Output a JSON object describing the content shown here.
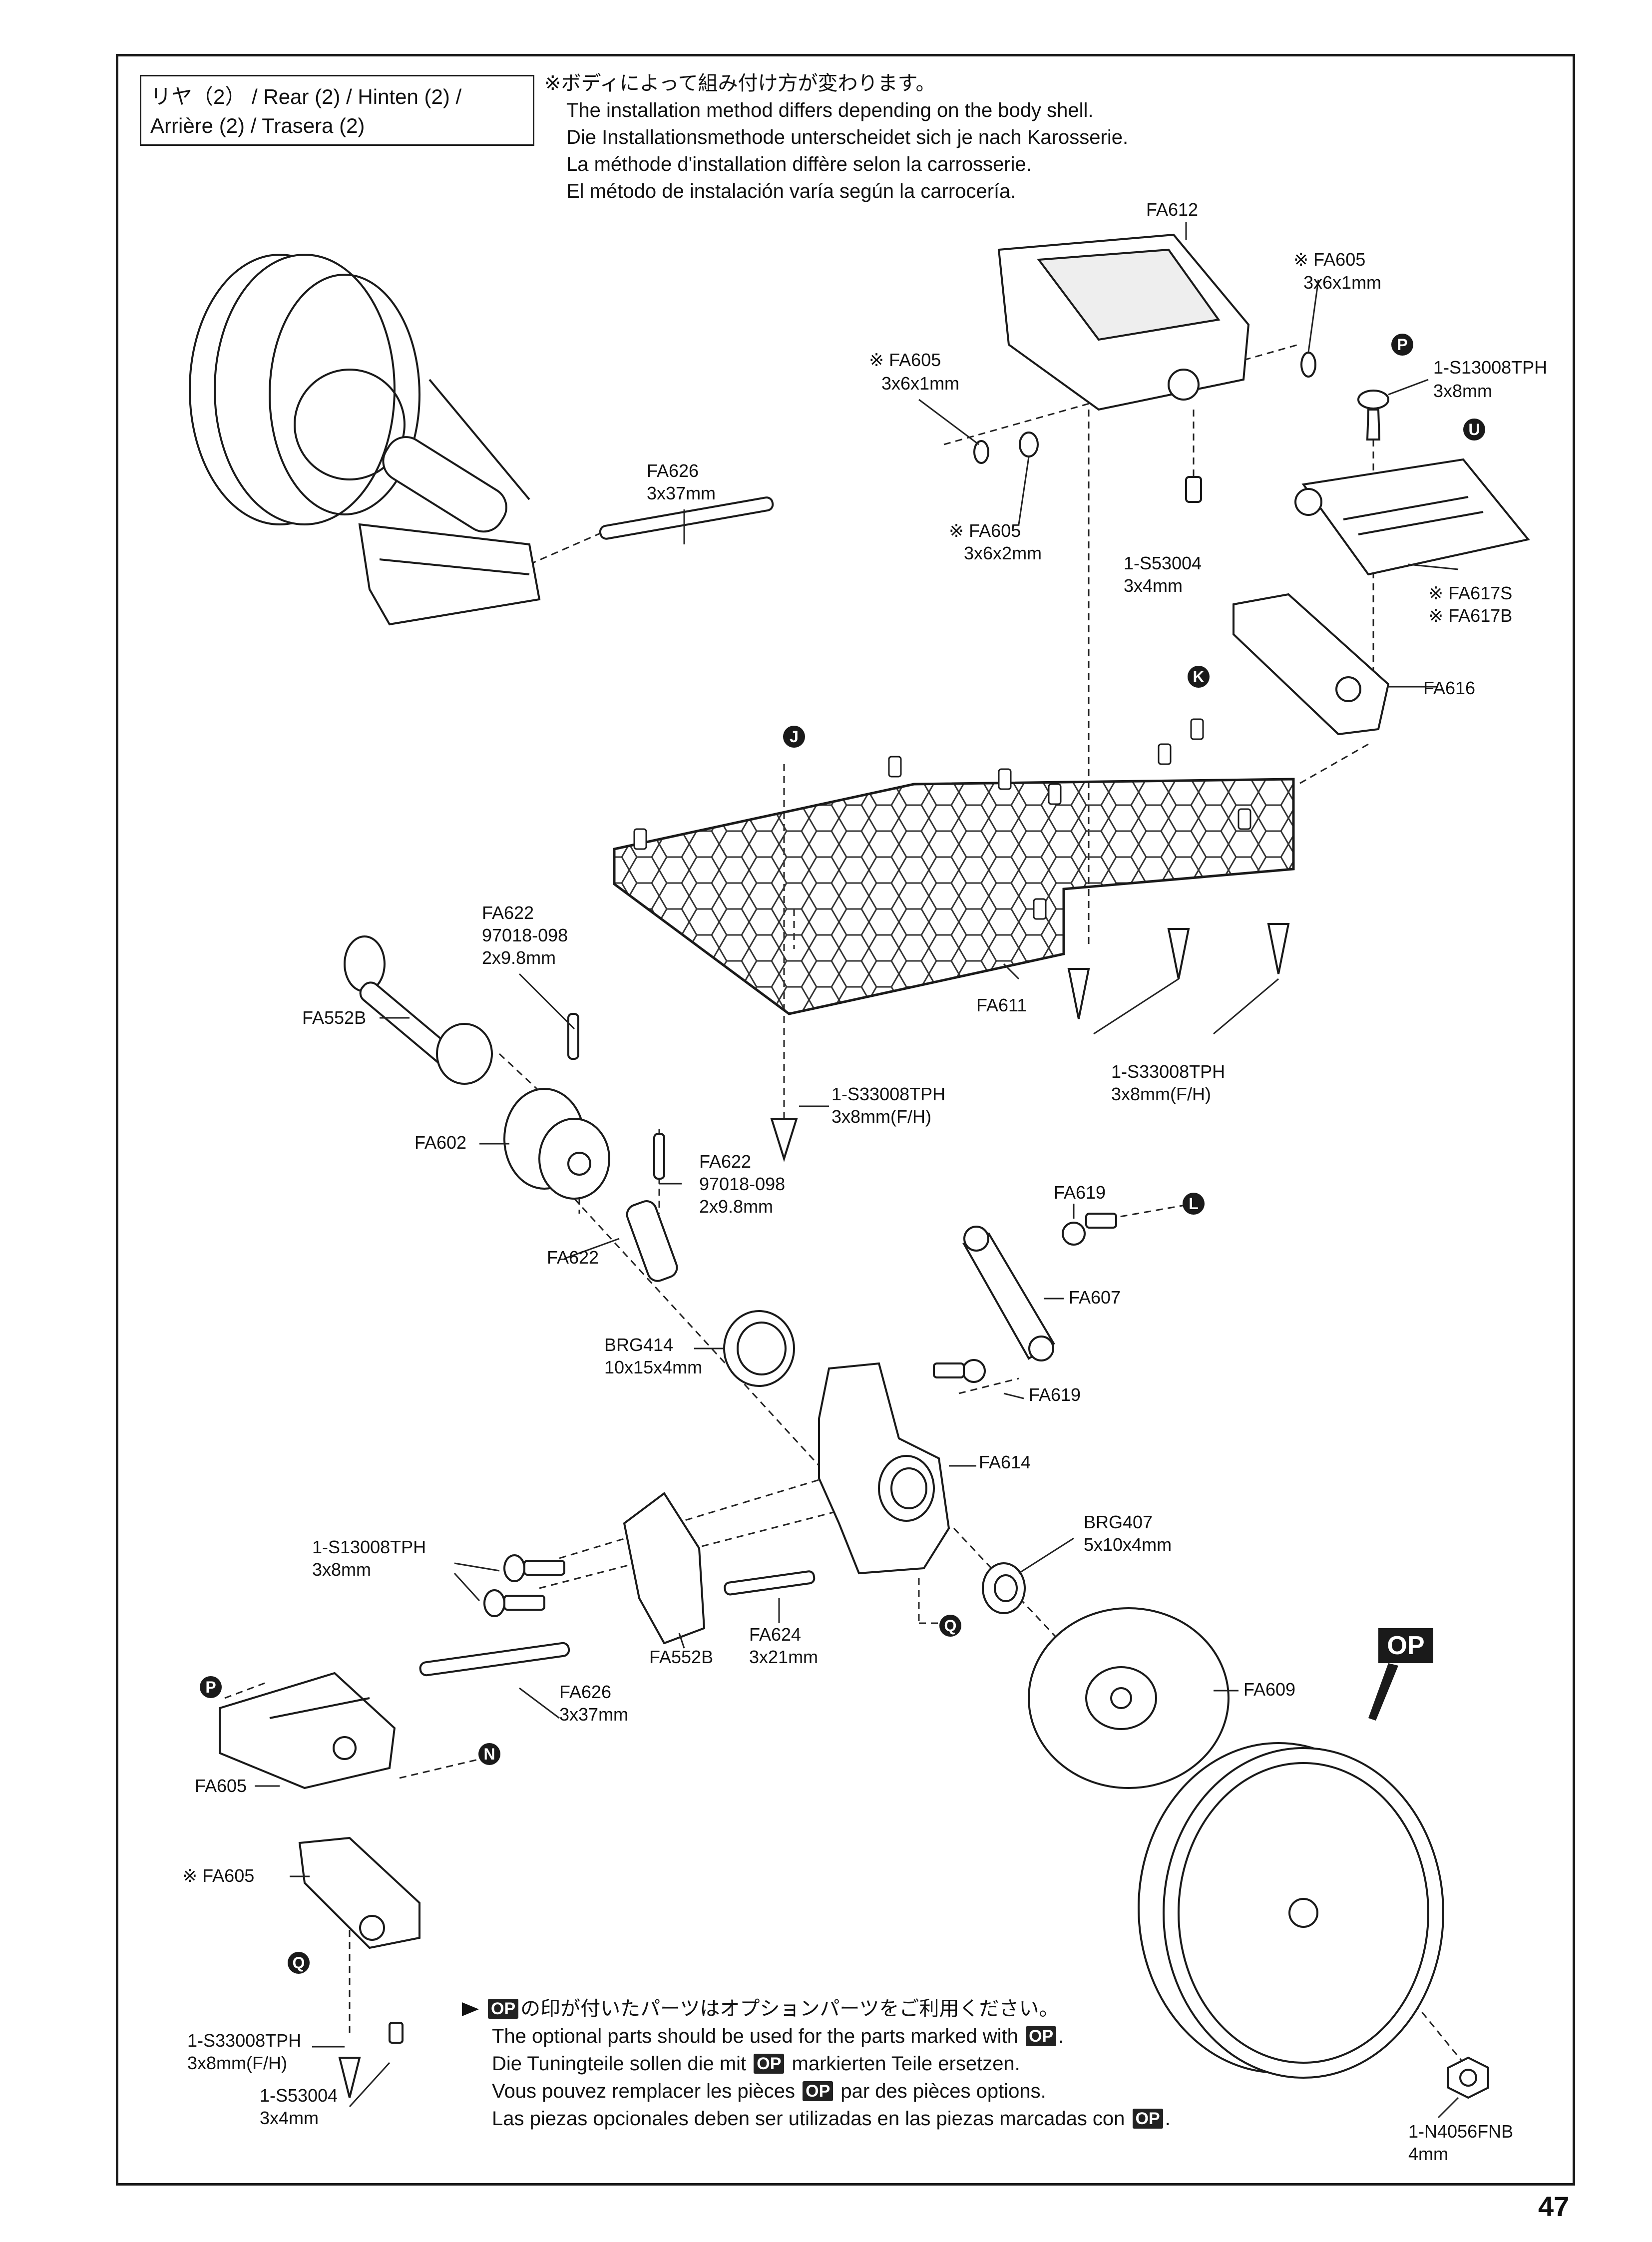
{
  "header": {
    "title_line1": "リヤ（2） / Rear (2) / Hinten (2) /",
    "title_line2": "Arrière (2) / Trasera (2)"
  },
  "notice": {
    "jp": "※ボディによって組み付け方が変わります。",
    "en": "The installation method differs depending on the body shell.",
    "de": "Die Installationsmethode unterscheidet sich je nach Karosserie.",
    "fr": "La méthode d'installation diffère selon la carrosserie.",
    "es": "El método de instalación varía según la carrocería."
  },
  "parts": {
    "fa612": "FA612",
    "fa605_top_right": "※ FA605",
    "fa605_top_right_size": "3x6x1mm",
    "s13008_top": "1-S13008TPH",
    "s13008_top_size": "3x8mm",
    "fa605_left1": "※ FA605",
    "fa605_left1_size": "3x6x1mm",
    "fa605_left2": "※ FA605",
    "fa605_left2_size": "3x6x2mm",
    "fa626_top": "FA626",
    "fa626_top_size": "3x37mm",
    "s53004_top": "1-S53004",
    "s53004_top_size": "3x4mm",
    "fa617s": "※ FA617S",
    "fa617b": "※ FA617B",
    "fa616": "FA616",
    "fa622_a": "FA622",
    "fa622_a_code": "97018-098",
    "fa622_a_size": "2x9.8mm",
    "fa552b_top": "FA552B",
    "fa611": "FA611",
    "s33008_right": "1-S33008TPH",
    "s33008_right_size": "3x8mm(F/H)",
    "s33008_mid": "1-S33008TPH",
    "s33008_mid_size": "3x8mm(F/H)",
    "fa602": "FA602",
    "fa622_b": "FA622",
    "fa622_b_code": "97018-098",
    "fa622_b_size": "2x9.8mm",
    "fa622_c": "FA622",
    "fa619_top": "FA619",
    "fa607": "FA607",
    "brg414": "BRG414",
    "brg414_size": "10x15x4mm",
    "fa619_bottom": "FA619",
    "fa614": "FA614",
    "s13008_bottom": "1-S13008TPH",
    "s13008_bottom_size": "3x8mm",
    "brg407": "BRG407",
    "brg407_size": "5x10x4mm",
    "fa624": "FA624",
    "fa624_size": "3x21mm",
    "fa552b_bottom": "FA552B",
    "fa626_bottom": "FA626",
    "fa626_bottom_size": "3x37mm",
    "fa609": "FA609",
    "fa605_bottom": "FA605",
    "fa605_bottom_opt": "※ FA605",
    "s33008_bottom": "1-S33008TPH",
    "s33008_bottom_size": "3x8mm(F/H)",
    "s53004_bottom": "1-S53004",
    "s53004_bottom_size": "3x4mm",
    "n4056": "1-N4056FNB",
    "n4056_size": "4mm"
  },
  "markers": {
    "P": "P",
    "U": "U",
    "K": "K",
    "J": "J",
    "L": "L",
    "Q": "Q",
    "N": "N"
  },
  "op_badge": "OP",
  "footnote": {
    "jp_pre": "の印が付いたパーツはオプションパーツをご利用ください。",
    "en_pre": "The optional parts should be used for the parts marked with",
    "en_post": ".",
    "de_pre": "Die Tuningteile sollen die mit",
    "de_post": "markierten Teile ersetzen.",
    "fr_pre": "Vous pouvez remplacer les pièces",
    "fr_post": "par des pièces options.",
    "es_pre": "Las piezas opcionales deben ser utilizadas en las piezas marcadas con",
    "es_post": "."
  },
  "page_number": "47"
}
